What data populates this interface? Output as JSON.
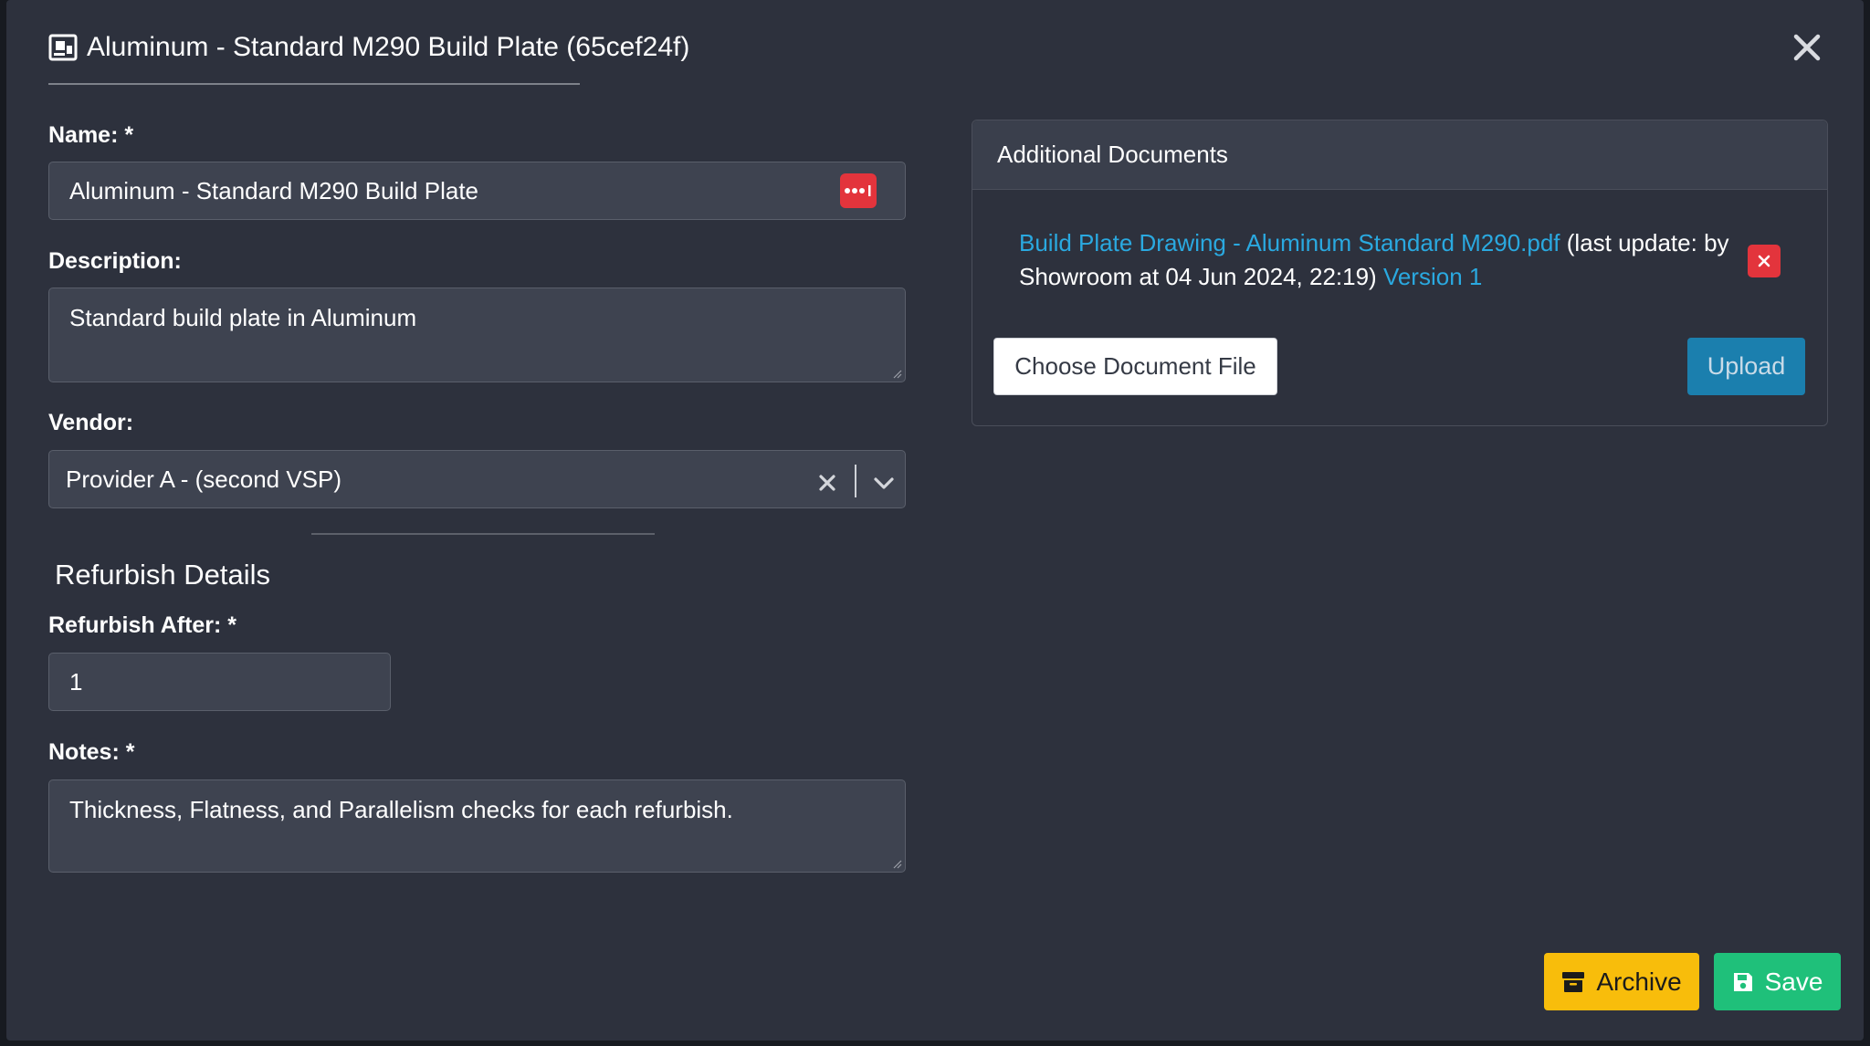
{
  "modal": {
    "title": "Aluminum - Standard M290 Build Plate (65cef24f)",
    "title_icon": "build-plate-icon",
    "close_icon": "close-icon"
  },
  "form": {
    "name_label": "Name: *",
    "name_value": "Aluminum - Standard M290 Build Plate",
    "name_action_icon": "password-dots-icon",
    "description_label": "Description:",
    "description_value": "Standard build plate in Aluminum",
    "vendor_label": "Vendor:",
    "vendor_value": "Provider A - (second VSP)",
    "vendor_clear_icon": "clear-icon",
    "vendor_dropdown_icon": "chevron-down-icon"
  },
  "refurbish": {
    "section_title": "Refurbish Details",
    "after_label": "Refurbish After: *",
    "after_value": "1",
    "notes_label": "Notes: *",
    "notes_value": "Thickness, Flatness, and Parallelism checks for each refurbish."
  },
  "documents": {
    "header": "Additional Documents",
    "items": [
      {
        "file_link": "Build Plate Drawing - Aluminum Standard M290.pdf",
        "meta_text": " (last update: by Showroom at 04 Jun 2024, 22:19) ",
        "version_link": "Version 1",
        "delete_icon": "delete-icon"
      }
    ],
    "choose_label": "Choose Document File",
    "upload_label": "Upload"
  },
  "footer": {
    "archive_label": "Archive",
    "archive_icon": "archive-icon",
    "save_label": "Save",
    "save_icon": "save-icon"
  },
  "colors": {
    "modal_bg": "#2d313d",
    "input_bg": "#3e4350",
    "link": "#2aa9e0",
    "danger": "#e3343c",
    "primary": "#1b7fae",
    "warning": "#f8bd0b",
    "success": "#1fc07a"
  }
}
